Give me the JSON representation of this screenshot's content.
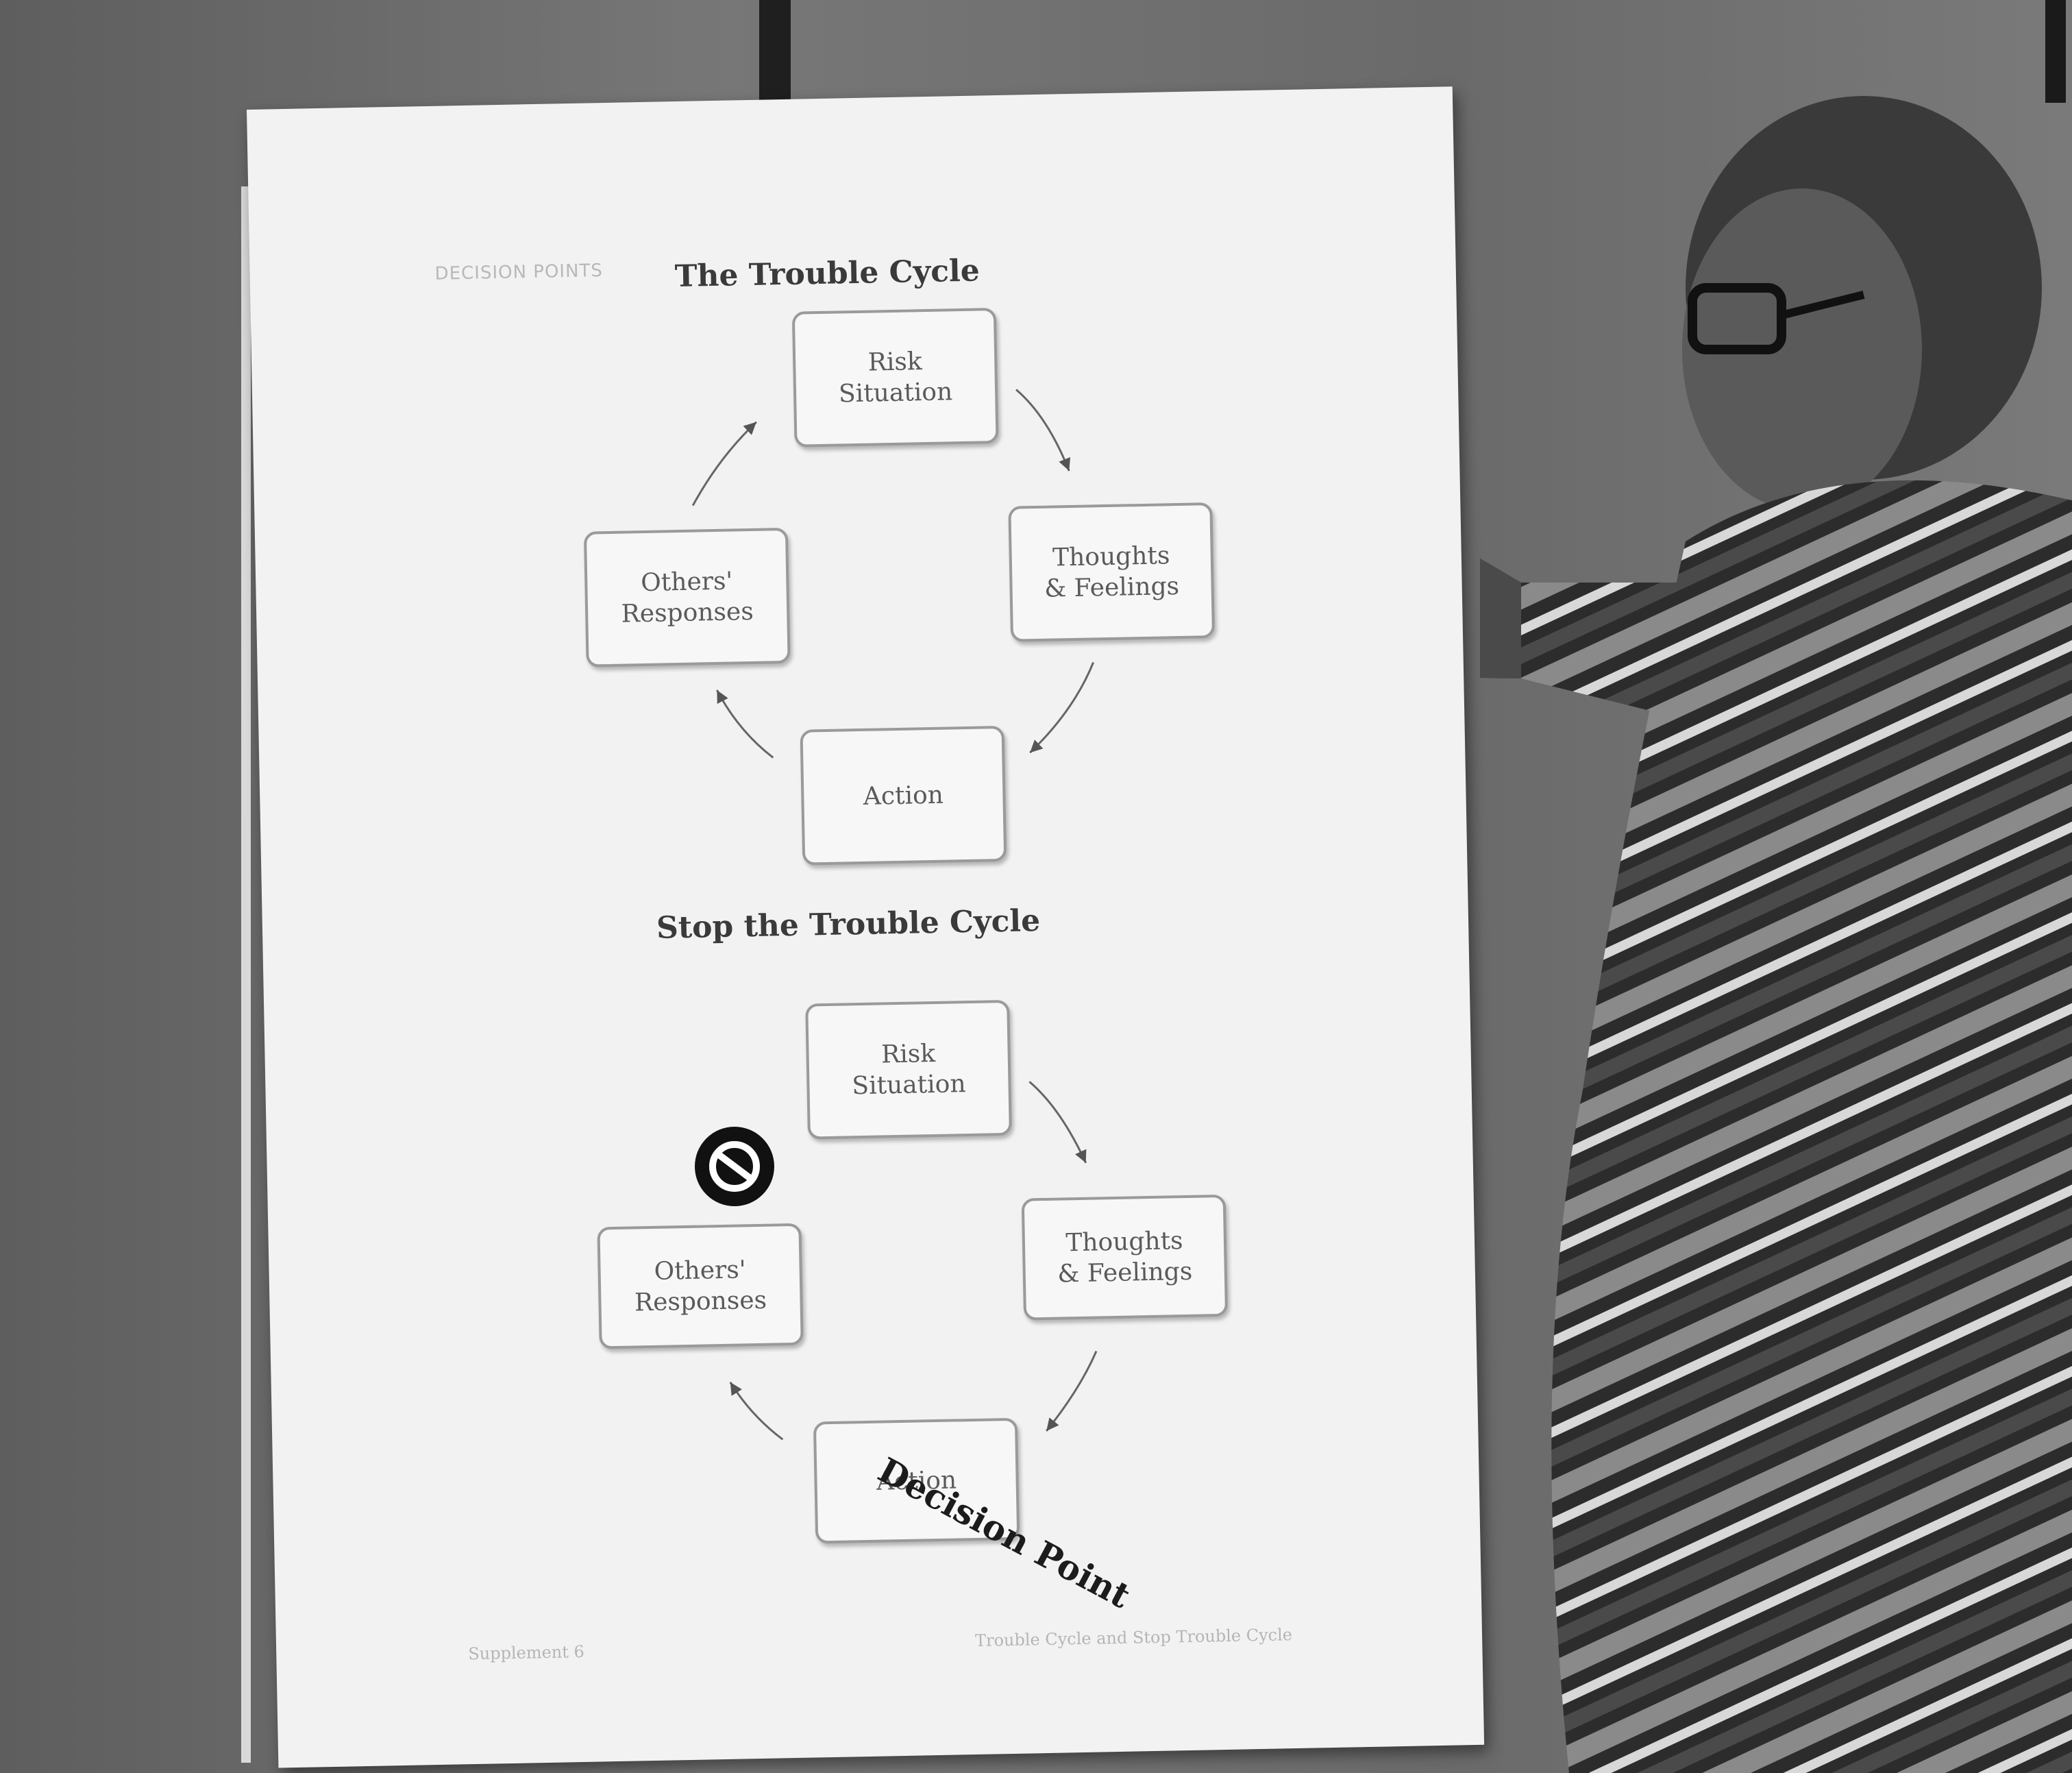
{
  "poster": {
    "header": "DECISION POINTS",
    "title_top": "The Trouble Cycle",
    "title_bottom": "Stop the Trouble Cycle",
    "cycle_top": {
      "risk": "Risk\nSituation",
      "thoughts": "Thoughts\n& Feelings",
      "action": "Action",
      "others": "Others'\nResponses"
    },
    "cycle_bottom": {
      "risk": "Risk\nSituation",
      "thoughts": "Thoughts\n& Feelings",
      "action": "Action",
      "others": "Others'\nResponses"
    },
    "decision_point": "Decision Point",
    "footer_left": "Supplement 6",
    "footer_right": "Trouble Cycle and Stop Trouble Cycle"
  },
  "icons": {
    "stop": "stop-prohibition-icon"
  },
  "colors": {
    "board": "#f2f2f2",
    "wall": "#6f6f6f",
    "box_border": "#9a9a9a",
    "text_dark": "#3a3a3a"
  }
}
